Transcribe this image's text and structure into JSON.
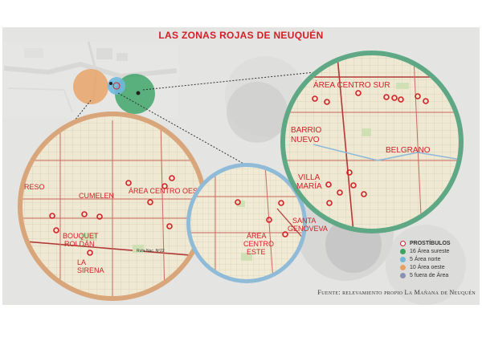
{
  "title": "LAS ZONAS ROJAS DE NEUQUÉN",
  "zones": {
    "centro_sur": "ÁREA CENTRO SUR",
    "barrio_nuevo_1": "BARRIO",
    "barrio_nuevo_2": "NUEVO",
    "belgrano": "BELGRANO",
    "villa_maria_1": "VILLA",
    "villa_maria_2": "MARÍA",
    "oeste": "ÁREA CENTRO OESTE",
    "cumelen": "CUMELEN",
    "bouquet_1": "BOUQUET",
    "bouquet_2": "ROLDÁN",
    "sirena_1": "LA",
    "sirena_2": "SIRENA",
    "reso": "RESO",
    "ruta": "Ruta Nac. Nº22",
    "santa_1": "SANTA",
    "santa_2": "GENOVEVA",
    "este_1": "ÁREA",
    "este_2": "CENTRO",
    "este_3": "ESTE"
  },
  "legend": {
    "title": "PROSTÍBULOS",
    "items": [
      {
        "label": "16 Área sureste",
        "color": "#3aa55d"
      },
      {
        "label": "5 Área norte",
        "color": "#6fb8dc"
      },
      {
        "label": "10 Área oeste",
        "color": "#e8a063"
      },
      {
        "label": "5 fuera de Área",
        "color": "#8a8fb4"
      }
    ]
  },
  "source": "Fuente: relevamiento propio La Mañana de Neuquén",
  "colors": {
    "accent": "#d22027",
    "green_ring": "#5fa886",
    "blue_ring": "#8fbad8",
    "orange_ring": "#d9a57a",
    "map_bg": "#efe9d6"
  }
}
